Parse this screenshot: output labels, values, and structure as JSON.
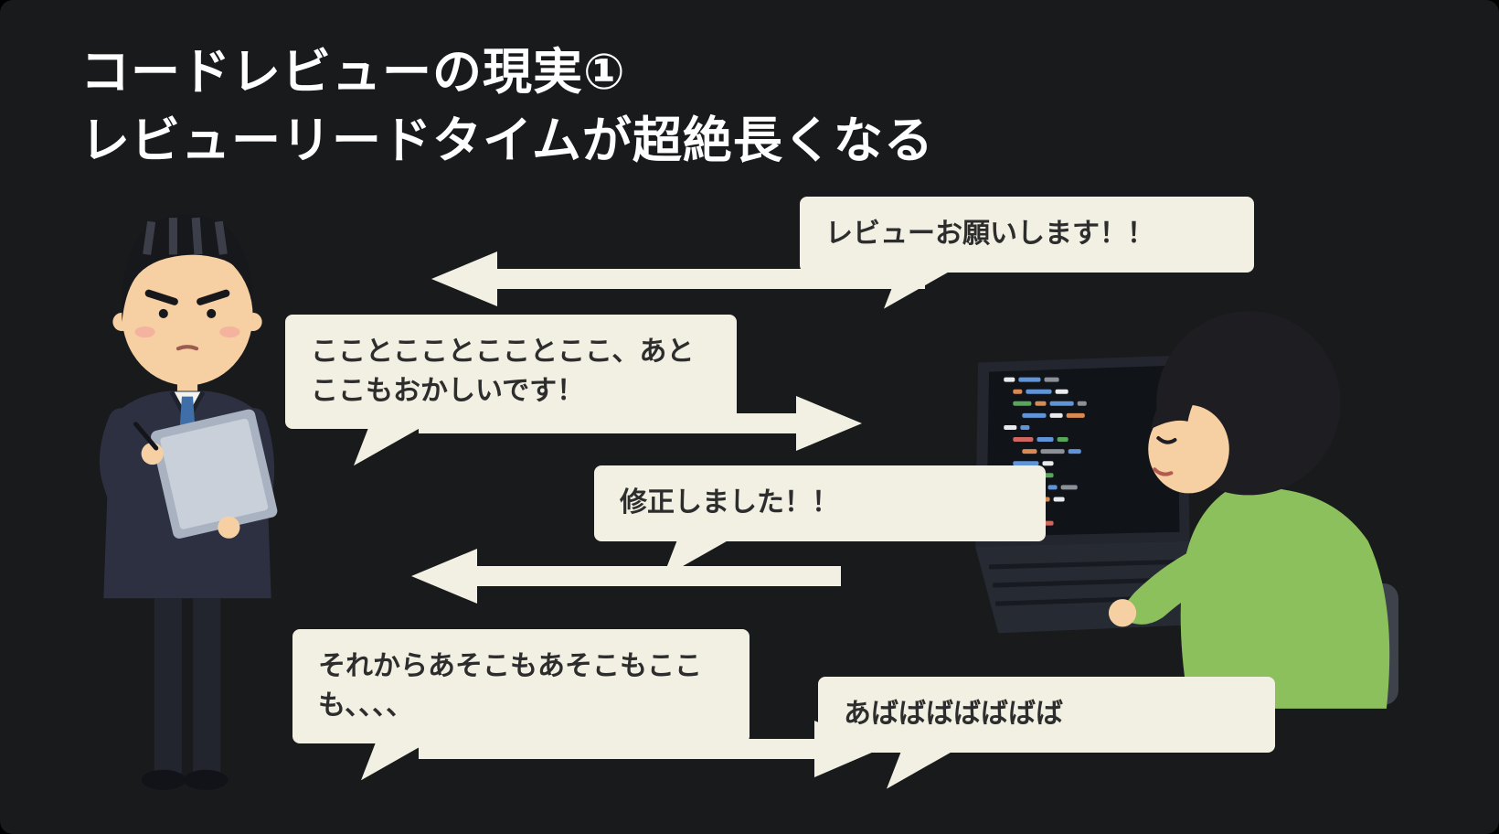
{
  "slide": {
    "title": "コードレビューの現実①\nレビューリードタイムが超絶長くなる"
  },
  "bubbles": {
    "review_request": "レビューお願いします！！",
    "feedback_1": "こことこことこことここ、あと\nここもおかしいです！",
    "fixed": "修正しました！！",
    "feedback_2": "それからあそこもあそこもここ\nも、、、、",
    "overwhelmed": "あばばばばばばば"
  },
  "colors": {
    "background": "#191a1c",
    "bubble": "#f2f0e3",
    "arrow": "#f2f0e3",
    "title_text": "#ffffff",
    "bubble_text": "#2d2d2d",
    "developer_shirt": "#8cc05c",
    "reviewer_suit": "#2c3040"
  }
}
